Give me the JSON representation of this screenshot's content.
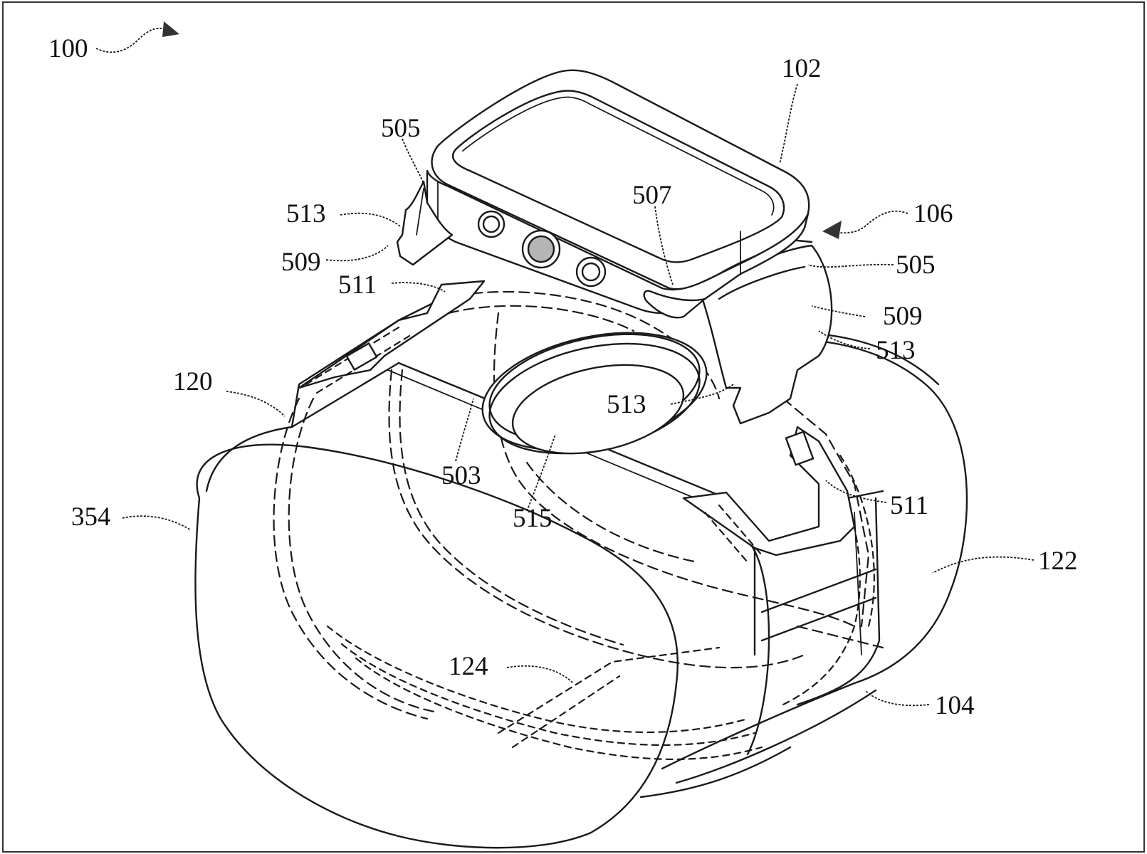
{
  "figure": {
    "reference_numerals": {
      "assembly": "100",
      "watch": "102",
      "band": "104",
      "arrow_view": "106",
      "end_left": "120",
      "end_right": "122",
      "cross_strap": "124",
      "pad": "354",
      "base": "503",
      "clip_left": "505",
      "clip_right": "505",
      "bracket": "507",
      "tab_left": "509",
      "tab_right": "509",
      "slot_left": "511",
      "slot_right": "511",
      "edge_left": "513",
      "edge_right": "513",
      "ring_edge": "513",
      "ring": "515"
    },
    "colors": {
      "line": "#1a1a1a",
      "background": "#ffffff",
      "border": "#333333"
    }
  }
}
